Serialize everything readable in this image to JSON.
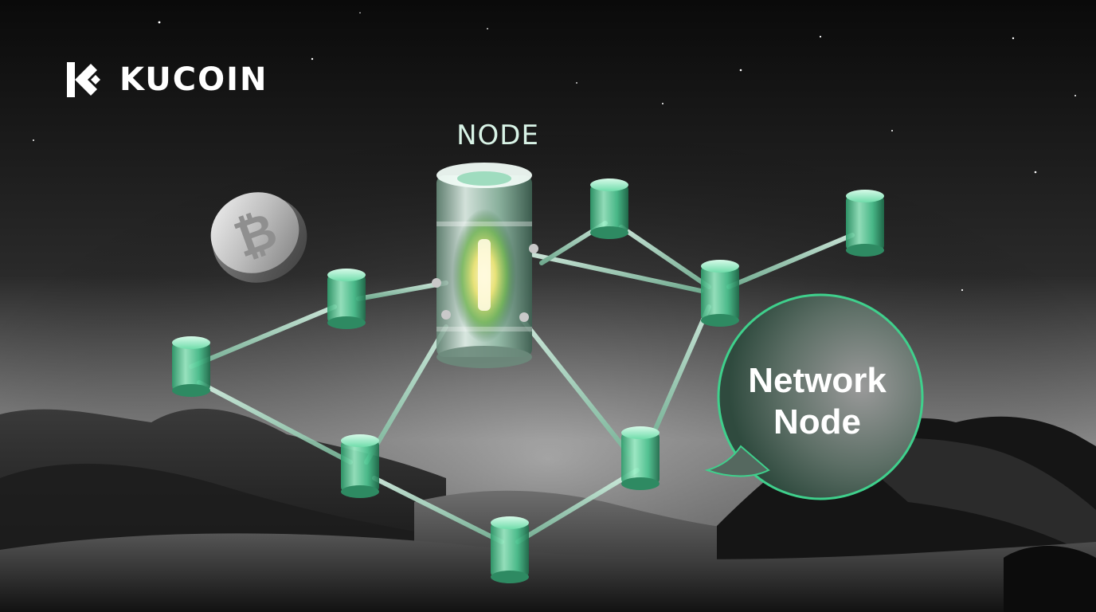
{
  "brand": {
    "name": "KUCOIN",
    "logo_icon": "kucoin-logo-icon",
    "text_color": "#ffffff"
  },
  "scene": {
    "header_label": "NODE",
    "bubble": {
      "line1": "Network",
      "line2": "Node"
    },
    "coin_icon": "bitcoin-coin-icon",
    "accent_color": "#5ee0a0",
    "background_color": "#0b0b0b"
  }
}
